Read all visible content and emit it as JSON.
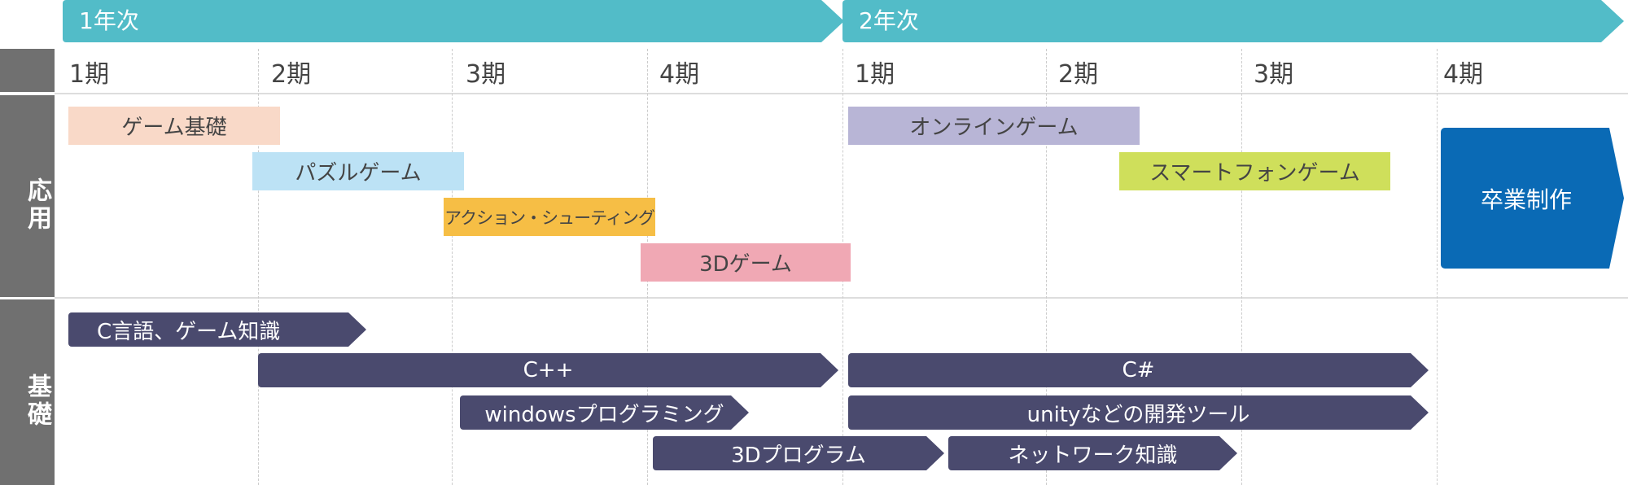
{
  "years": [
    "1年次",
    "2年次"
  ],
  "periods": [
    "1期",
    "2期",
    "3期",
    "4期",
    "1期",
    "2期",
    "3期",
    "4期"
  ],
  "sections": {
    "applied": "応用",
    "basic": "基礎"
  },
  "applied": [
    {
      "label": "ゲーム基礎",
      "color": "#F9D9C8"
    },
    {
      "label": "パズルゲーム",
      "color": "#BCE2F5"
    },
    {
      "label": "アクション・シューティング",
      "color": "#F6BE45"
    },
    {
      "label": "3Dゲーム",
      "color": "#F0A8B4"
    },
    {
      "label": "オンラインゲーム",
      "color": "#B8B5D6"
    },
    {
      "label": "スマートフォンゲーム",
      "color": "#CFDF5B"
    }
  ],
  "graduation": {
    "label": "卒業制作",
    "color": "#0A6AB5"
  },
  "basic": [
    "C言語、ゲーム知識",
    "C++",
    "windowsプログラミング",
    "3Dプログラム",
    "C#",
    "unityなどの開発ツール",
    "ネットワーク知識"
  ]
}
